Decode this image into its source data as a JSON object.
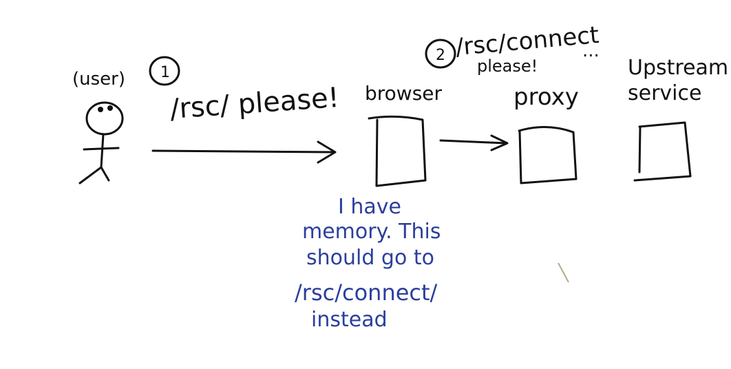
{
  "user": {
    "label": "(user)"
  },
  "steps": [
    {
      "number": "1",
      "text": "/rsc/ please!"
    },
    {
      "number": "2",
      "line1": "/rsc/connect",
      "line2": "please!",
      "ellipsis": "..."
    }
  ],
  "nodes": {
    "browser": "browser",
    "proxy": "proxy",
    "upstream_line1": "Upstream",
    "upstream_line2": "service"
  },
  "note": {
    "lines": [
      "I have",
      "memory. This",
      "should go to",
      "/rsc/connect/",
      "instead"
    ],
    "color": "#2b3f9c"
  },
  "ink_color": "#111111"
}
